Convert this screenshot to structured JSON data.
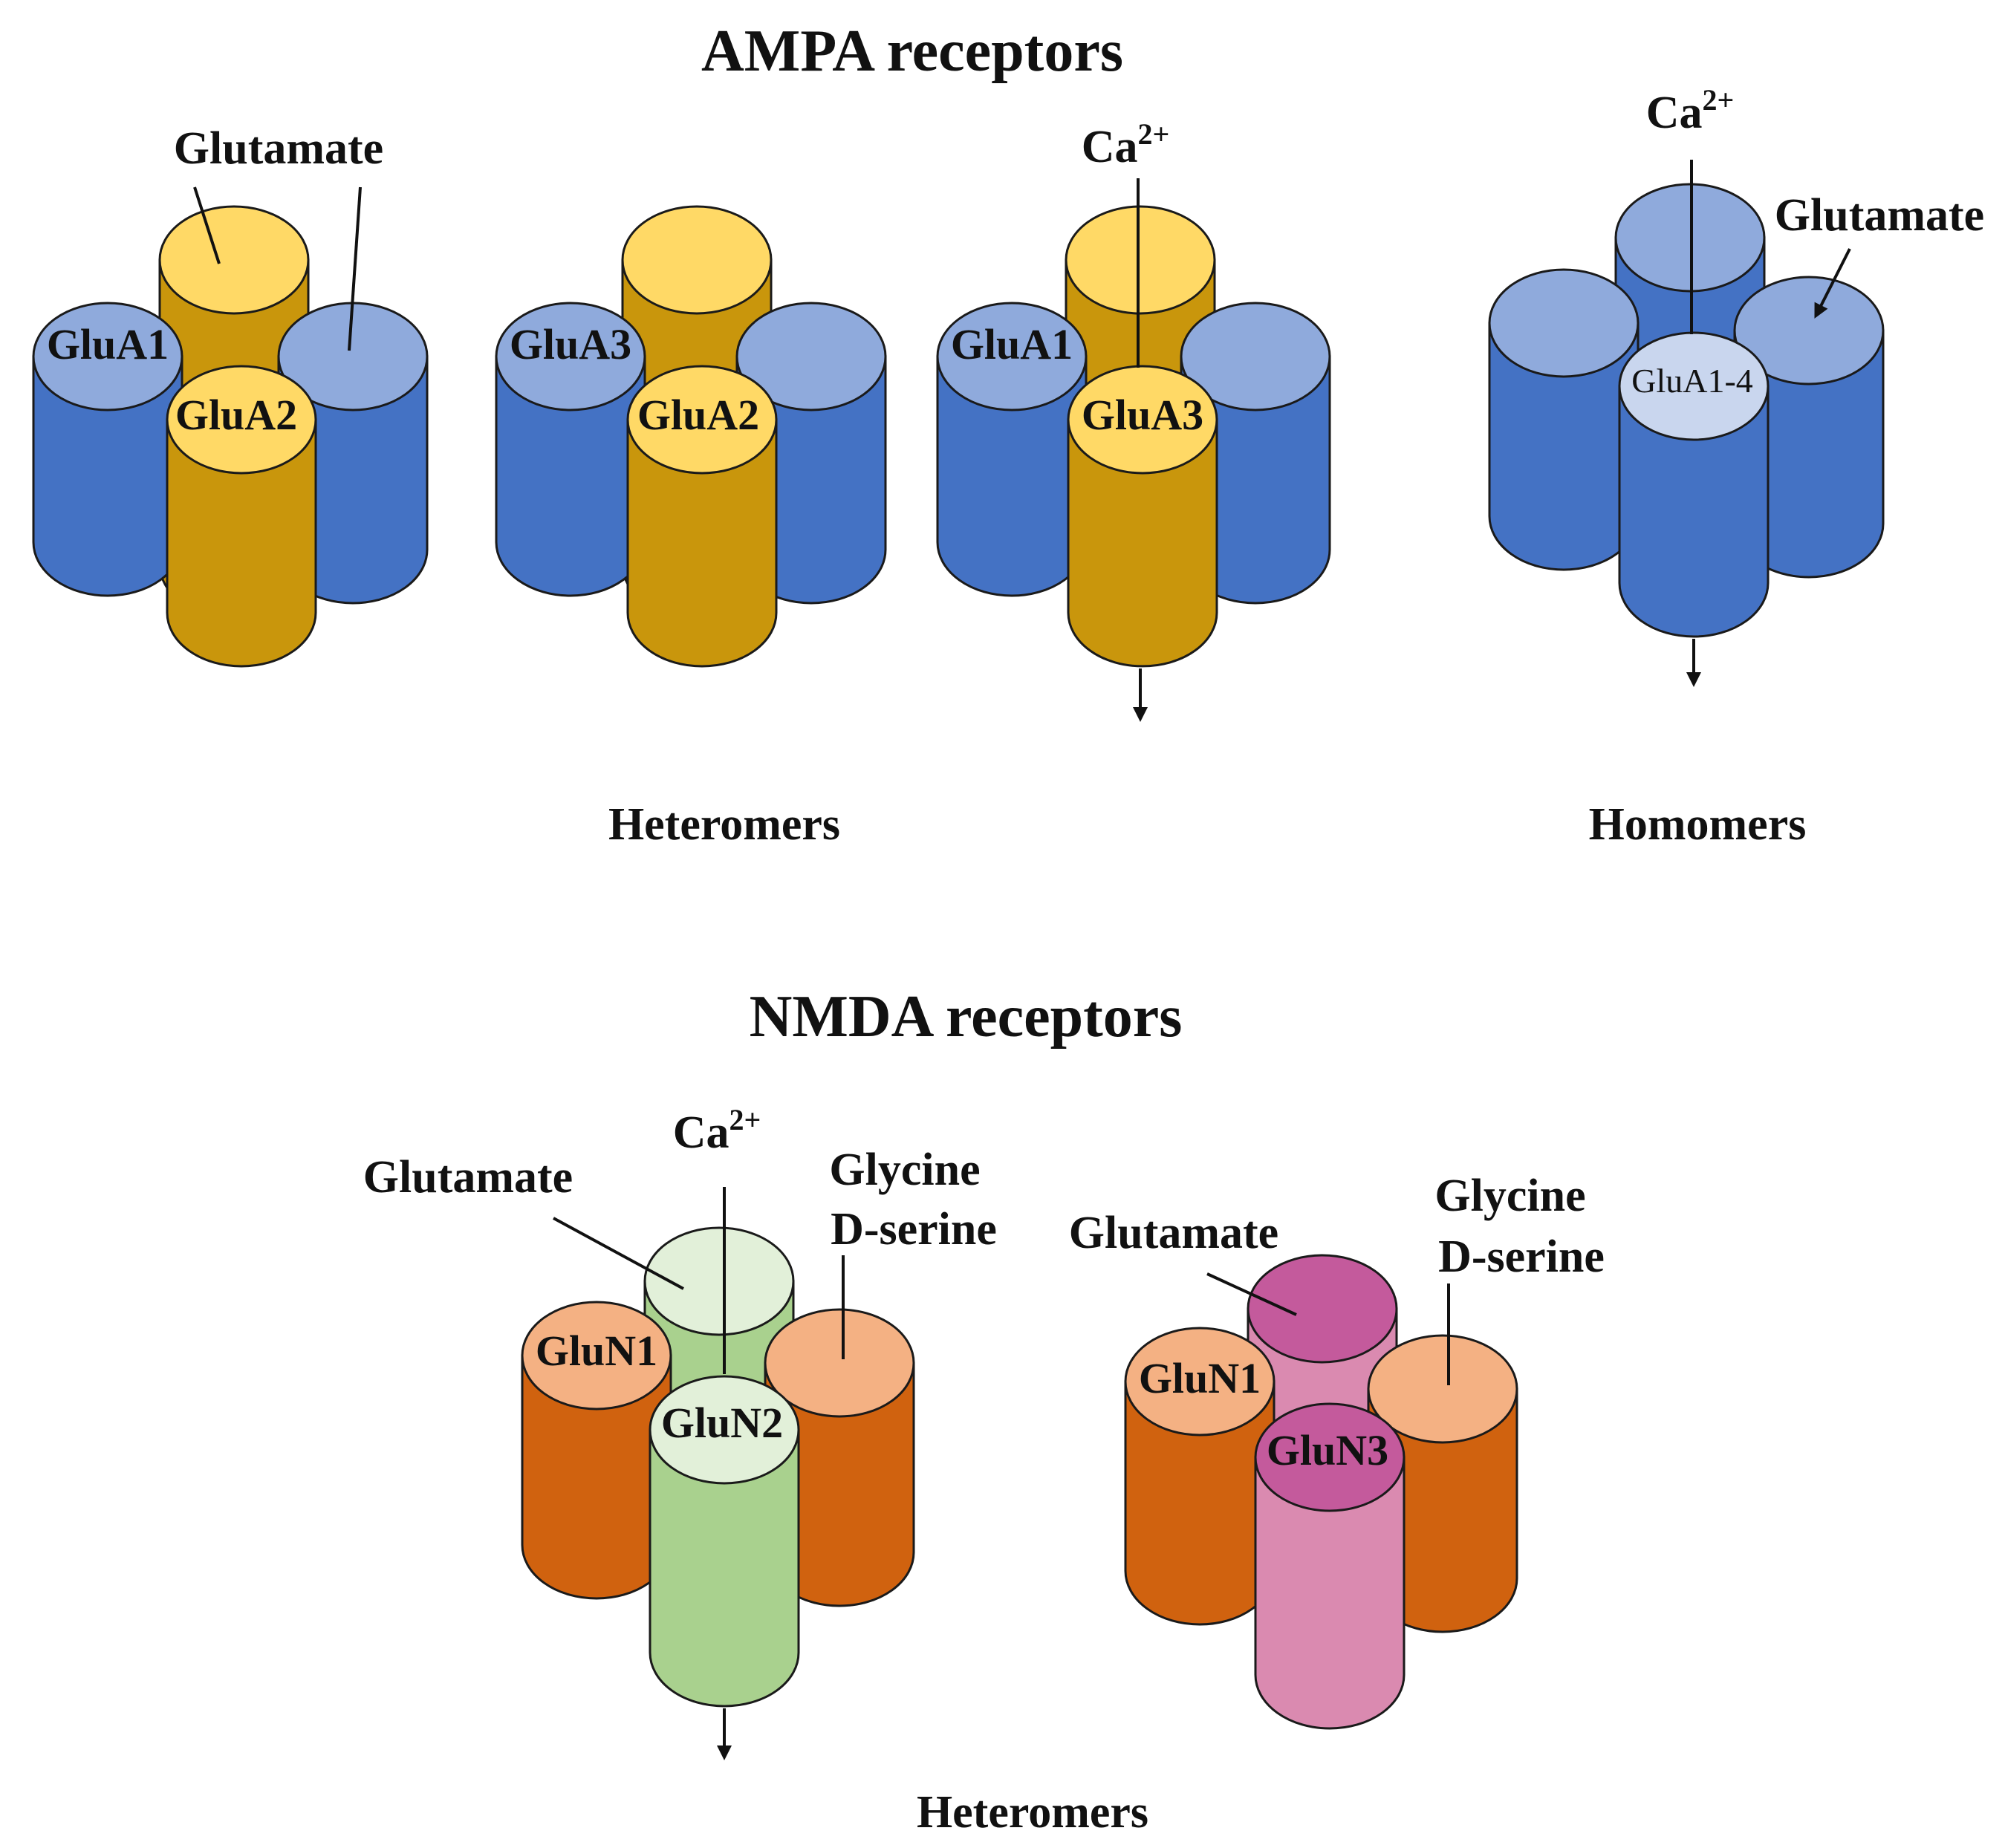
{
  "ampa": {
    "title": "AMPA receptors",
    "heteromers_caption": "Heteromers",
    "homomers_caption": "Homomers",
    "receptors": [
      {
        "back_label": "GluA1",
        "front_label": "GluA2",
        "ligand_label": "Glutamate"
      },
      {
        "back_label": "GluA3",
        "front_label": "GluA2"
      },
      {
        "back_label": "GluA1",
        "front_label": "GluA3",
        "ion_label": "Ca",
        "ion_charge": "2+"
      },
      {
        "front_label": "GluA1-4",
        "ion_label": "Ca",
        "ion_charge": "2+",
        "ligand_label": "Glutamate"
      }
    ]
  },
  "nmda": {
    "title": "NMDA receptors",
    "heteromers_caption": "Heteromers",
    "receptors": [
      {
        "back_label": "GluN1",
        "front_label": "GluN2",
        "ion_label": "Ca",
        "ion_charge": "2+",
        "glutamate_label": "Glutamate",
        "coagonist_label_1": "Glycine",
        "coagonist_label_2": "D-serine"
      },
      {
        "back_label": "GluN1",
        "front_label": "GluN3",
        "glutamate_label": "Glutamate",
        "coagonist_label_1": "Glycine",
        "coagonist_label_2": "D-serine"
      }
    ]
  },
  "colors": {
    "blue_body": "#4472C4",
    "blue_top": "#8FAADC",
    "gold_body": "#C9960C",
    "gold_top": "#FFD966",
    "orange_body": "#D0620F",
    "orange_top": "#F4B183",
    "green_body": "#A9D18E",
    "green_top": "#E2F0D9",
    "pink_body": "#DA8AB0",
    "magenta_top": "#C45A9C"
  }
}
